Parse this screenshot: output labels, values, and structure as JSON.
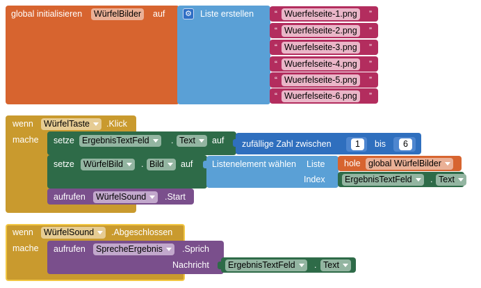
{
  "colors": {
    "variables": "#d7642f",
    "lists": "#5aa0d6",
    "text": "#b32d5e",
    "math": "#2f6fbe",
    "events": "#c99a2e",
    "setters": "#2e6b48",
    "calls": "#7a4f8c",
    "selected_border": "#f2c744"
  },
  "block_global": {
    "label_prefix": "global initialisieren",
    "var_name": "WürfelBilder",
    "label_suffix": "auf"
  },
  "block_list": {
    "icon": "gear-icon",
    "label": "Liste erstellen",
    "items": [
      "Wuerfelseite-1.png",
      "Wuerfelseite-2.png",
      "Wuerfelseite-3.png",
      "Wuerfelseite-4.png",
      "Wuerfelseite-5.png",
      "Wuerfelseite-6.png"
    ],
    "quote_open": "“",
    "quote_close": "”"
  },
  "event_click": {
    "wenn": "wenn",
    "component": "WürfelTaste",
    "event": ".Klick",
    "mache": "mache",
    "set1": {
      "setze": "setze",
      "component": "ErgebnisTextFeld",
      "dot": ".",
      "property": "Text",
      "auf": "auf",
      "random_label": "zufällige Zahl zwischen",
      "from": "1",
      "bis": "bis",
      "to": "6"
    },
    "set2": {
      "setze": "setze",
      "component": "WürfelBild",
      "dot": ".",
      "property": "Bild",
      "auf": "auf",
      "select_label": "Listenelement wählen",
      "liste": "Liste",
      "hole": "hole",
      "var": "global WürfelBilder",
      "index": "Index",
      "idx_component": "ErgebnisTextFeld",
      "idx_dot": ".",
      "idx_property": "Text"
    },
    "call": {
      "aufrufen": "aufrufen",
      "component": "WürfelSound",
      "method": ".Start"
    }
  },
  "event_done": {
    "wenn": "wenn",
    "component": "WürfelSound",
    "event": ".Abgeschlossen",
    "mache": "mache",
    "call": {
      "aufrufen": "aufrufen",
      "component": "SprecheErgebnis",
      "method": ".Sprich",
      "nachricht": "Nachricht",
      "arg_component": "ErgebnisTextFeld",
      "arg_dot": ".",
      "arg_property": "Text"
    }
  }
}
